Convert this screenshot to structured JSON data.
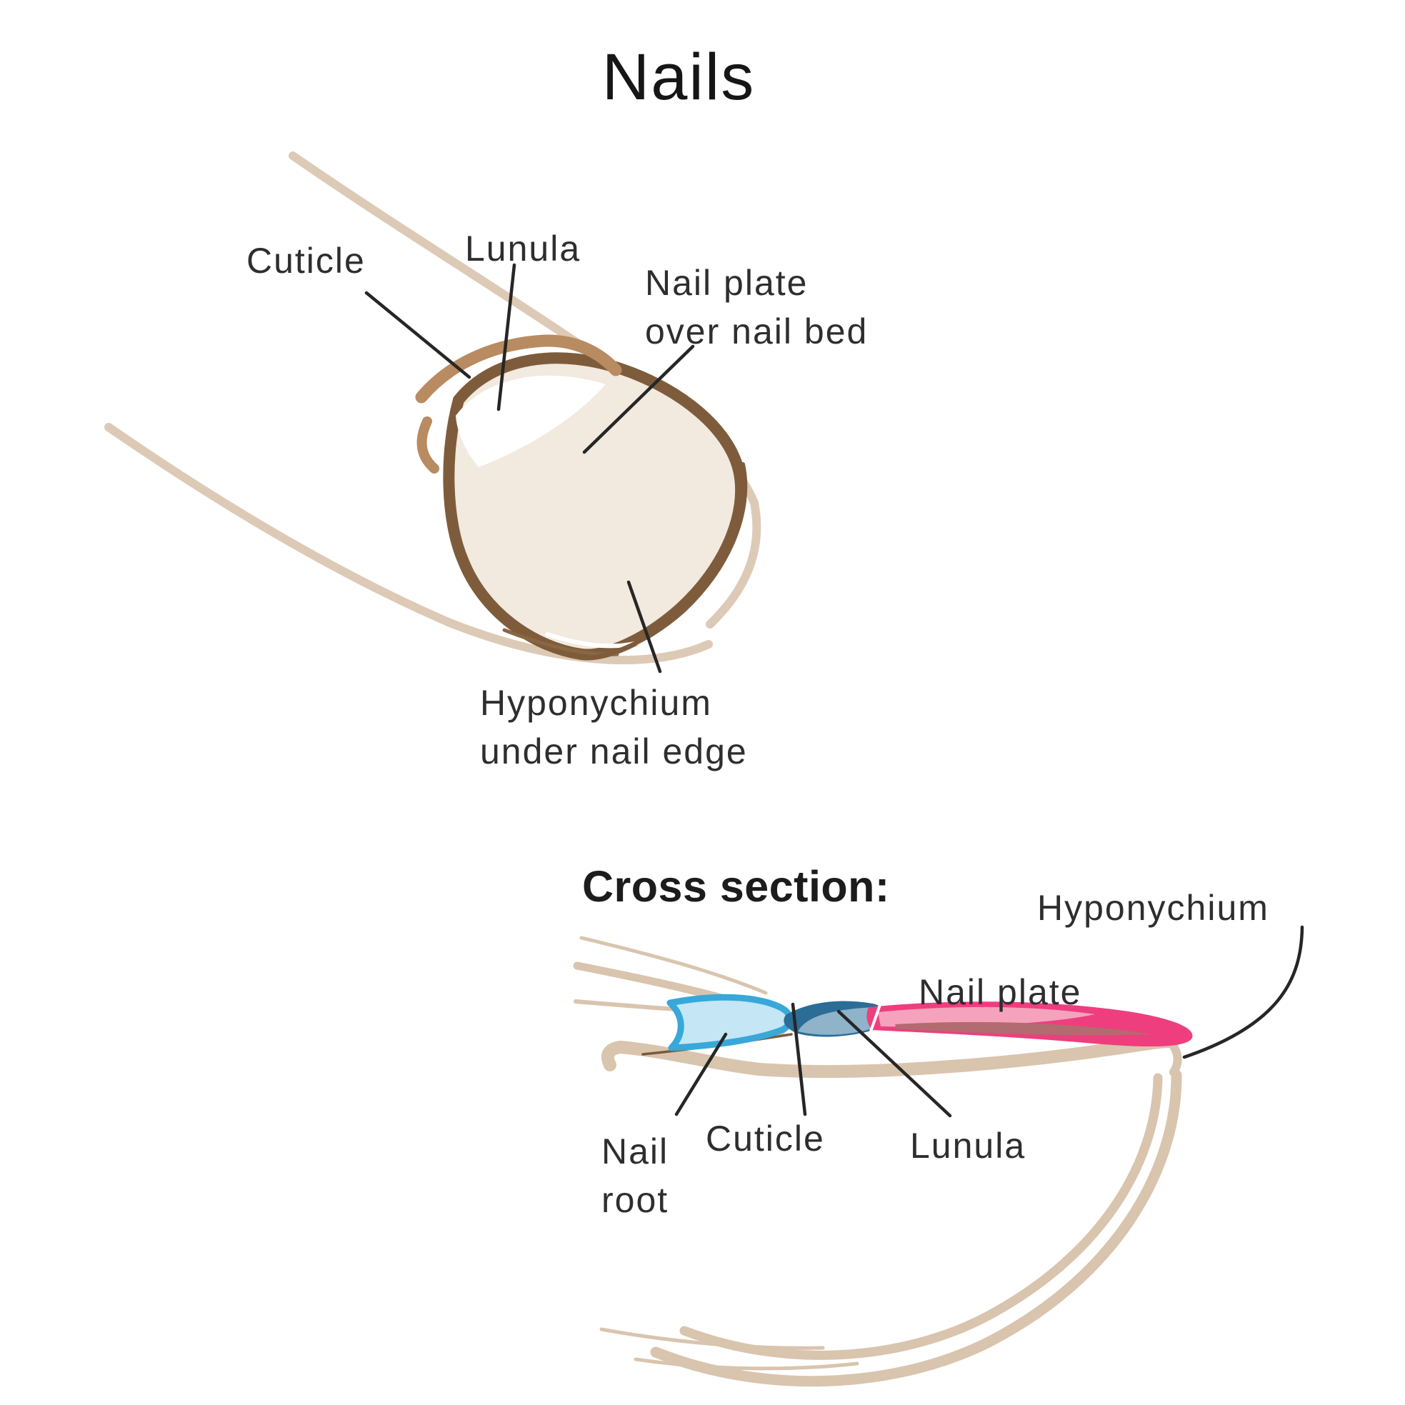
{
  "title": "Nails",
  "top_view": {
    "labels": {
      "cuticle": "Cuticle",
      "lunula": "Lunula",
      "nail_plate_line1": "Nail plate",
      "nail_plate_line2": "over nail bed",
      "hyponychium_line1": "Hyponychium",
      "hyponychium_line2": "under nail edge"
    }
  },
  "cross_section": {
    "heading": "Cross section:",
    "labels": {
      "hyponychium": "Hyponychium",
      "nail_plate": "Nail plate",
      "nail_root_line1": "Nail",
      "nail_root_line2": "root",
      "cuticle": "Cuticle",
      "lunula": "Lunula"
    }
  },
  "colors": {
    "skin_tan": "#d9c4ae",
    "skin_tan_light": "#ddcab6",
    "nail_ring_brown": "#7e5c3b",
    "cuticle_light_brown": "#b88b60",
    "nail_bed_cream": "#f2e9df",
    "free_edge_brown": "#8a6744",
    "under_root_brown": "#7a5a3c",
    "nail_root_pale_blue": "#c4e6f5",
    "nail_root_blue": "#38a8d9",
    "lunula_dark_blue": "#2b6d97",
    "lunula_light_blue": "#8fb3c9",
    "nail_plate_pink": "#ee3e7d",
    "nail_plate_light_pink": "#f5a2bc",
    "nail_plate_rose": "#b26b70",
    "leader_line": "#262626",
    "text": "#2e2e2e"
  }
}
